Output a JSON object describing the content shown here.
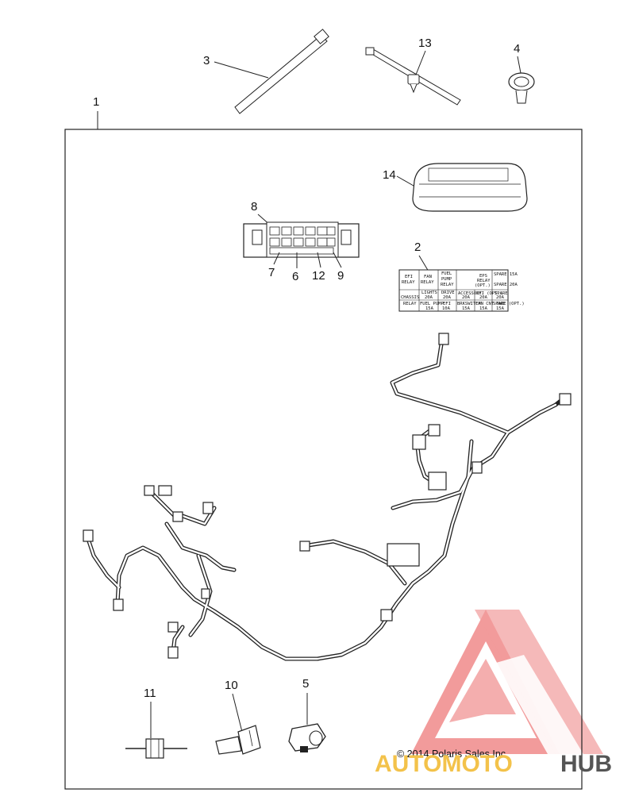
{
  "callouts": {
    "c1": "1",
    "c2": "2",
    "c3": "3",
    "c4": "4",
    "c5": "5",
    "c6": "6",
    "c7": "7",
    "c8": "8",
    "c9": "9",
    "c10": "10",
    "c11": "11",
    "c12": "12",
    "c13": "13",
    "c14": "14"
  },
  "fuse_label": {
    "efi_relay": [
      "EFI",
      "RELAY"
    ],
    "fan_relay": [
      "FAN",
      "RELAY"
    ],
    "fuel_pump_relay": [
      "FUEL",
      "PUMP",
      "RELAY"
    ],
    "eps_relay": [
      "EPS",
      "RELAY",
      "(OPT.)"
    ],
    "chassis_relay": [
      "CHASSIS",
      "RELAY"
    ],
    "lights": [
      "LIGHTS",
      "20A"
    ],
    "drive": [
      "DRIVE",
      "20A"
    ],
    "accessory": [
      "ACCESSORY",
      "20A"
    ],
    "efi_opt": [
      "EFI (OPT.)",
      "20A"
    ],
    "spare_20": [
      "SPARE",
      "20A"
    ],
    "fuel_pump": [
      "FUEL PUMP",
      "15A"
    ],
    "efi_10": [
      "EFI",
      "10A"
    ],
    "brkswitch": [
      "BRKSWITCH",
      "15A"
    ],
    "fan_cnt": [
      "FAN CNT SWB",
      "15A"
    ],
    "spare_opt": [
      "SPARE (OPT.)",
      "15A"
    ],
    "spare_15": [
      "SPARE 15A"
    ],
    "spare_20b": [
      "SPARE 20A"
    ]
  },
  "copyright": "© 2014 Polaris Sales Inc.",
  "watermark": {
    "part1": "AUTOMOTO",
    "part2": "HUB",
    "colors": {
      "accent": "#f07070",
      "gold": "#f3c24a",
      "dark": "#555555"
    }
  }
}
